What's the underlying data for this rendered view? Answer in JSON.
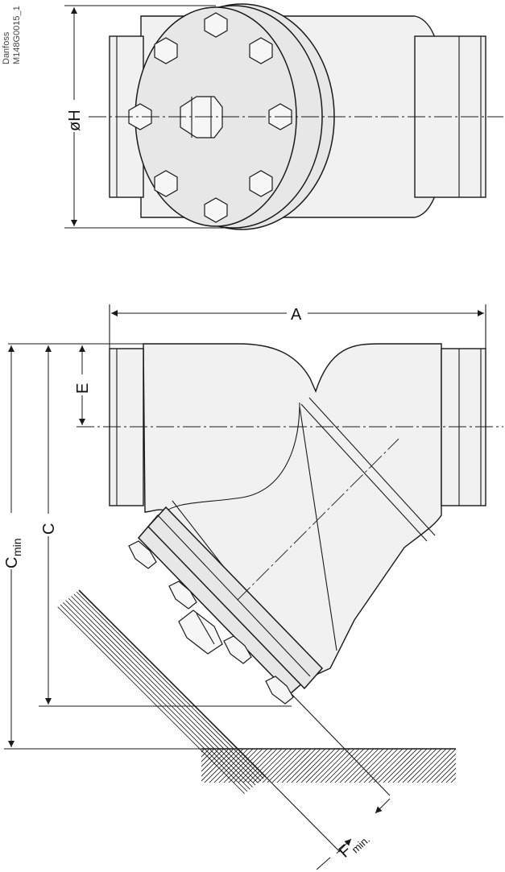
{
  "drawing_reference": {
    "brand": "Danfoss",
    "code": "M148G0015_1"
  },
  "dimensions": {
    "diameter_h": "øH",
    "length_a": "A",
    "height_e": "E",
    "height_c": "C",
    "height_c_min_main": "C",
    "height_c_min_sub": "min",
    "clearance_f_main": "F",
    "clearance_f_sub": "min."
  }
}
